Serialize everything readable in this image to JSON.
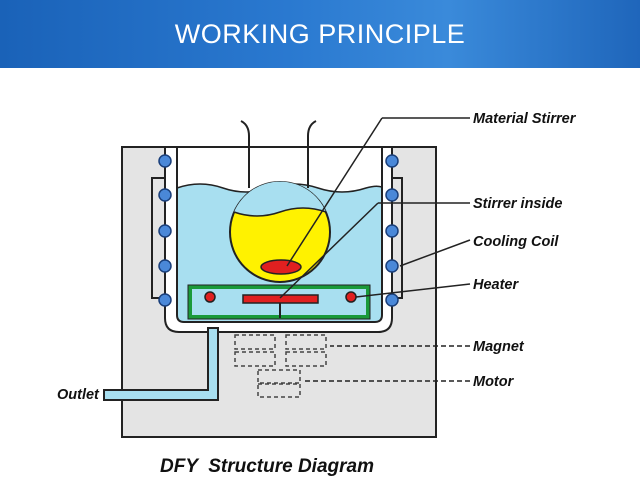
{
  "header": {
    "title": "WORKING PRINCIPLE"
  },
  "labels": {
    "material_stirrer": "Material Stirrer",
    "stirrer_inside": "Stirrer inside",
    "cooling_coil": "Cooling Coil",
    "heater": "Heater",
    "magnet": "Magnet",
    "motor": "Motor",
    "outlet": "Outlet"
  },
  "caption": "DFY  Structure Diagram",
  "colors": {
    "banner": "#2a79d0",
    "housing": "#e4e4e4",
    "liquid": "#a8dff0",
    "flask": "#fff200",
    "heater_frame": "#1a9a3a",
    "heater_element": "#e02020",
    "coil": "#4a88d8"
  }
}
